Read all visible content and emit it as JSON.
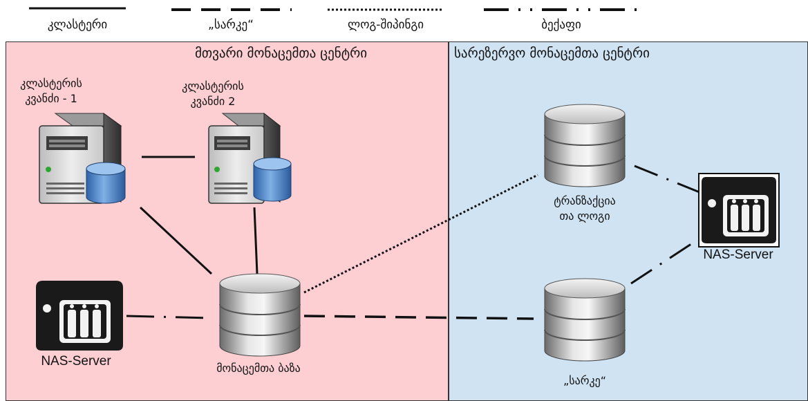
{
  "legend": {
    "cluster": "კლასტერი",
    "mirror": "„სარკე“",
    "log_shipping": "ლოგ-შიპინგი",
    "backup": "ბექაფი"
  },
  "zones": {
    "primary_title": "მთვარი მონაცემთა ცენტრი",
    "reserve_title": "სარეზერვო მონაცემთა ცენტრი",
    "primary_color": "#fdcfd3",
    "reserve_color": "#cfe3f3"
  },
  "nodes": {
    "cluster_node_1": {
      "line1": "კლასტერის",
      "line2": "კვანძი - 1"
    },
    "cluster_node_2": {
      "line1": "კლასტერის",
      "line2": "კვანძი 2"
    },
    "database": "მონაცემთა ბაზა",
    "nas_primary": "NAS-Server",
    "transaction_log": {
      "line1": "ტრანზაქცია",
      "line2": "თა ლოგი"
    },
    "mirror_db": "„სარკე“",
    "nas_reserve": "NAS-Server"
  }
}
